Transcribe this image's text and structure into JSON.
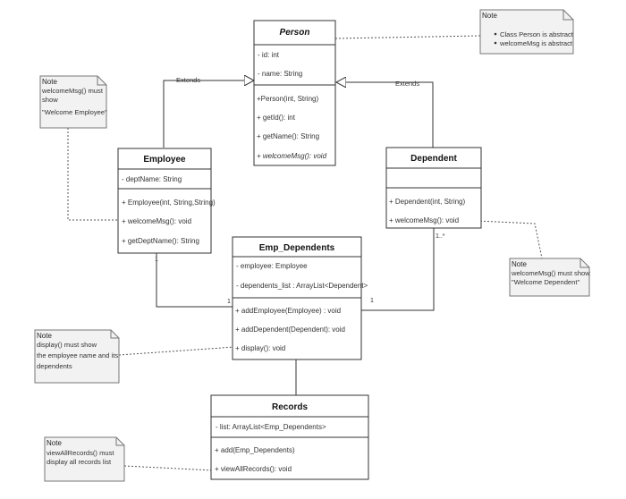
{
  "classes": {
    "person": {
      "name": "Person",
      "attributes": [
        "- id: int",
        "- name: String"
      ],
      "methods": [
        "+Person(int, String)",
        "+ getId(): int",
        "+ getName(): String",
        "+ welcomeMsg(): void"
      ]
    },
    "employee": {
      "name": "Employee",
      "attributes": [
        "- deptName: String"
      ],
      "methods": [
        "+ Employee(int, String,String)",
        "+ welcomeMsg(): void",
        "+ getDeptName(): String"
      ]
    },
    "dependent": {
      "name": "Dependent",
      "attributes": [],
      "methods": [
        "+ Dependent(int, String)",
        "+ welcomeMsg(): void"
      ]
    },
    "emp_dependents": {
      "name": "Emp_Dependents",
      "attributes": [
        "- employee: Employee",
        "- dependents_list :  ArrayList<Dependent>"
      ],
      "methods": [
        "+ addEmployee(Employee) : void",
        "+ addDependent(Dependent): void",
        "+ display(): void"
      ]
    },
    "records": {
      "name": "Records",
      "attributes": [
        "- list:  ArrayList<Emp_Dependents>"
      ],
      "methods": [
        "+ add(Emp_Dependents)",
        "+ viewAllRecords(): void"
      ]
    }
  },
  "relations": {
    "extends_left": "Extends",
    "extends_right": "Extends",
    "mult_employee": "1",
    "mult_empdep_left": "1",
    "mult_empdep_right": "1",
    "mult_dependent": "1..*"
  },
  "notes": {
    "person_note": {
      "title": "Note",
      "bullets": [
        "Class Person is abstract",
        "welcomeMsg is abstract"
      ]
    },
    "employee_note": {
      "title": "Note",
      "lines": [
        "welcomeMsg() must",
        "show",
        "\"Welcome Employee\""
      ]
    },
    "dependent_note": {
      "title": "Note",
      "lines": [
        "welcomeMsg() must show",
        "\"Welcome Dependent\""
      ]
    },
    "display_note": {
      "title": "Note",
      "lines": [
        "display() must show",
        "the employee name and its",
        "dependents"
      ]
    },
    "records_note": {
      "title": "Note",
      "lines": [
        "viewAllRecords() must",
        "display all records list"
      ]
    }
  }
}
